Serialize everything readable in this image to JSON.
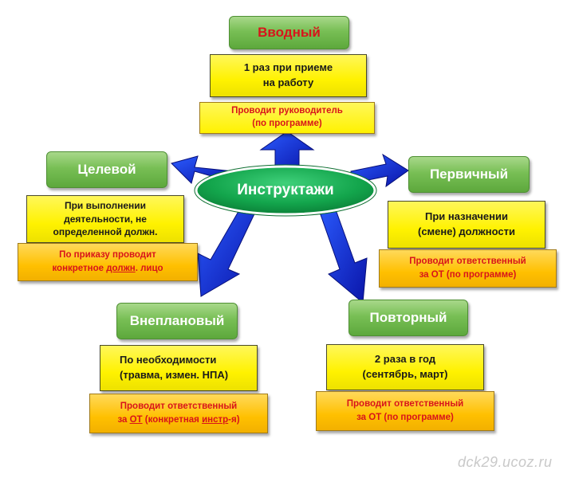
{
  "center": {
    "label": "Инструктажи"
  },
  "nodes": {
    "vvodny": {
      "title": "Вводный",
      "info": [
        "1 раз при приеме",
        "на работу"
      ],
      "conducts": [
        "Проводит руководитель",
        "(по программе)"
      ]
    },
    "tselevoy": {
      "title": "Целевой",
      "info": [
        "При выполнении",
        "деятельности, не",
        "определенной должн."
      ],
      "conducts_a": "По приказу проводит",
      "conducts_b1": "конкретное ",
      "conducts_b2": "должн",
      "conducts_b3": ". лицо"
    },
    "pervichny": {
      "title": "Первичный",
      "info": [
        "При назначении",
        "(смене) должности"
      ],
      "conducts": [
        "Проводит ответственный",
        "за ОТ  (по программе)"
      ]
    },
    "vneplanovy": {
      "title": "Внеплановый",
      "info": [
        "По необходимости",
        "(травма, измен. НПА)"
      ],
      "conducts_a": "Проводит ответственный",
      "conducts_b1": "за ",
      "conducts_b2": "ОТ",
      "conducts_b3": "  (конкретная ",
      "conducts_b4": "инстр",
      "conducts_b5": "-я)"
    },
    "povtorny": {
      "title": "Повторный",
      "info": [
        "2 раза в год",
        "(сентябрь, март)"
      ],
      "conducts": [
        "Проводит ответственный",
        "за ОТ  (по программе)"
      ]
    }
  },
  "watermark": "dck29.ucoz.ru",
  "colors": {
    "title_green": "#6cb648",
    "info_yellow": "#fff200",
    "conducts_orange": "#ffc000",
    "arrow_blue": "#1717c8",
    "center_green": "#15a04a",
    "red_text": "#d8141b"
  }
}
